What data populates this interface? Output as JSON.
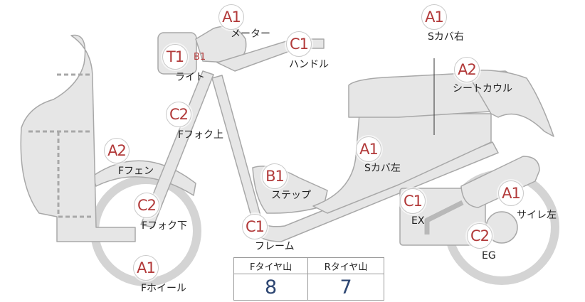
{
  "parts": [
    {
      "id": "meter",
      "grade": "A1",
      "label": "メーター"
    },
    {
      "id": "handle",
      "grade": "C1",
      "label": "ハンドル"
    },
    {
      "id": "light",
      "grade": "T1",
      "grade_extra": "B1",
      "label": "ライト"
    },
    {
      "id": "fork-upper",
      "grade": "C2",
      "label": "Fフォク上"
    },
    {
      "id": "f-fender",
      "grade": "A2",
      "label": "Fフェン"
    },
    {
      "id": "fork-lower",
      "grade": "C2",
      "label": "Fフォク下"
    },
    {
      "id": "f-wheel",
      "grade": "A1",
      "label": "Fホイール"
    },
    {
      "id": "frame",
      "grade": "C1",
      "label": "フレーム"
    },
    {
      "id": "step",
      "grade": "B1",
      "label": "ステップ"
    },
    {
      "id": "s-cover-left",
      "grade": "A1",
      "label": "Sカバ左"
    },
    {
      "id": "s-cover-right",
      "grade": "A1",
      "label": "Sカバ右"
    },
    {
      "id": "seat-cowl",
      "grade": "A2",
      "label": "シートカウル"
    },
    {
      "id": "exhaust",
      "grade": "C1",
      "label": "EX"
    },
    {
      "id": "engine",
      "grade": "C2",
      "label": "EG"
    },
    {
      "id": "muffler-left",
      "grade": "A1",
      "label": "サイレ左"
    }
  ],
  "tires": {
    "front": {
      "label": "Fタイヤ山",
      "value": "8"
    },
    "rear": {
      "label": "Rタイヤ山",
      "value": "7"
    }
  },
  "colors": {
    "grade": "#b23a3a",
    "tire_value": "#2d4672",
    "part_fill": "#e6e6e6",
    "part_stroke": "#a8a8a8"
  }
}
